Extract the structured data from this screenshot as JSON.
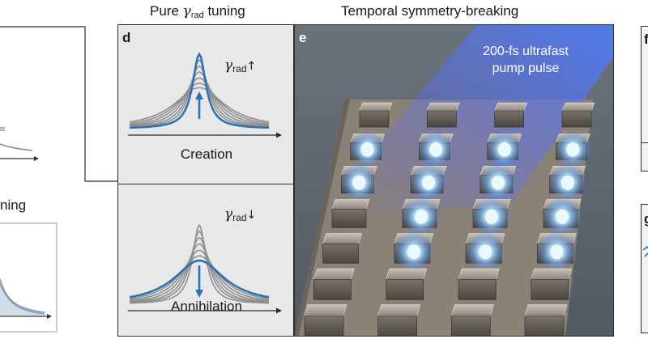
{
  "captions": {
    "pure_tuning_prefix": "Pure ",
    "pure_tuning_gamma": "γ",
    "pure_tuning_sub": "rad",
    "pure_tuning_suffix": " tuning",
    "temporal": "Temporal symmetry-breaking",
    "left_partial": "ning"
  },
  "panel_d": {
    "letter": "d",
    "creation": {
      "gamma": "γ",
      "sub": "rad",
      "arrow": "↑",
      "label": "Creation"
    },
    "annihilation": {
      "gamma": "γ",
      "sub": "rad",
      "arrow": "↓",
      "label": "Annihilation"
    }
  },
  "panel_e": {
    "letter": "e",
    "pump_line1": "200-fs ultrafast",
    "pump_line2": "pump pulse"
  },
  "right_partial": {
    "letter_f": "f",
    "letter_g": "g"
  },
  "colors": {
    "curve_gray": "#8f8f8f",
    "curve_blue": "#2a72b5",
    "panel_bg": "#e8e8e8",
    "glow": "#9fd8ff",
    "substrate": "#8c8378",
    "scene_bg": "#5e6770"
  }
}
